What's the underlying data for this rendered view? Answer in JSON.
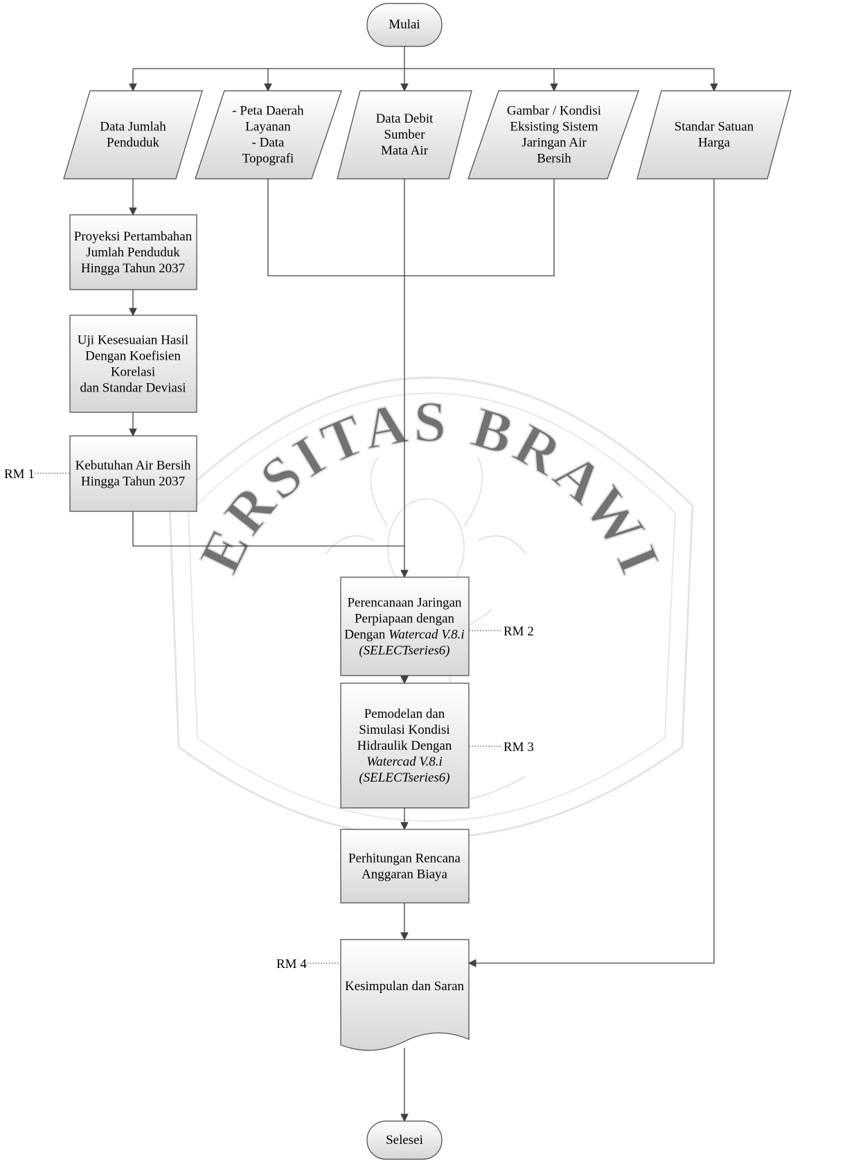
{
  "nodes": {
    "start": {
      "lines": [
        "Mulai"
      ]
    },
    "data_jumlah_penduduk": {
      "lines": [
        "Data Jumlah",
        "Penduduk"
      ]
    },
    "peta_daerah": {
      "lines": [
        "- Peta Daerah",
        "Layanan",
        "- Data",
        "Topografi"
      ]
    },
    "data_debit": {
      "lines": [
        "Data Debit",
        "Sumber",
        "Mata Air"
      ]
    },
    "gambar_kondisi": {
      "lines": [
        "Gambar / Kondisi",
        "Eksisting Sistem",
        "Jaringan Air",
        "Bersih"
      ]
    },
    "standar_satuan": {
      "lines": [
        "Standar Satuan",
        "Harga"
      ]
    },
    "proyeksi": {
      "lines": [
        "Proyeksi Pertambahan",
        "Jumlah Penduduk",
        "Hingga Tahun 2037"
      ]
    },
    "uji_kesesuaian": {
      "lines": [
        "Uji Kesesuaian Hasil",
        "Dengan Koefisien",
        "Korelasi",
        "dan Standar Deviasi"
      ]
    },
    "kebutuhan_air": {
      "lines": [
        "Kebutuhan Air Bersih",
        "Hingga Tahun 2037"
      ]
    },
    "perencanaan": {
      "lines": [
        "Perencanaan Jaringan",
        "Perpiapaan dengan",
        "Dengan |Watercad V.8.i",
        "(SELECTseries6)"
      ]
    },
    "pemodelan": {
      "lines": [
        "Pemodelan dan",
        "Simulasi Kondisi",
        "Hidraulik Dengan",
        "Watercad V.8.i",
        "(SELECTseries6)"
      ]
    },
    "perhitungan": {
      "lines": [
        "Perhitungan Rencana",
        "Anggaran Biaya"
      ]
    },
    "kesimpulan": {
      "lines": [
        "Kesimpulan dan Saran"
      ]
    },
    "end": {
      "lines": [
        "Selesei"
      ]
    }
  },
  "annotations": {
    "rm1": "RM 1",
    "rm2": "RM 2",
    "rm3": "RM 3",
    "rm4": "RM 4"
  },
  "watermark": {
    "text": "UNIVERSITAS BRAWIJAYA"
  },
  "colors": {
    "shape_fill_top": "#ffffff",
    "shape_fill_bottom": "#d9d9d9",
    "stroke": "#444444",
    "line": "#404040",
    "watermark": "#c8c8c8"
  }
}
